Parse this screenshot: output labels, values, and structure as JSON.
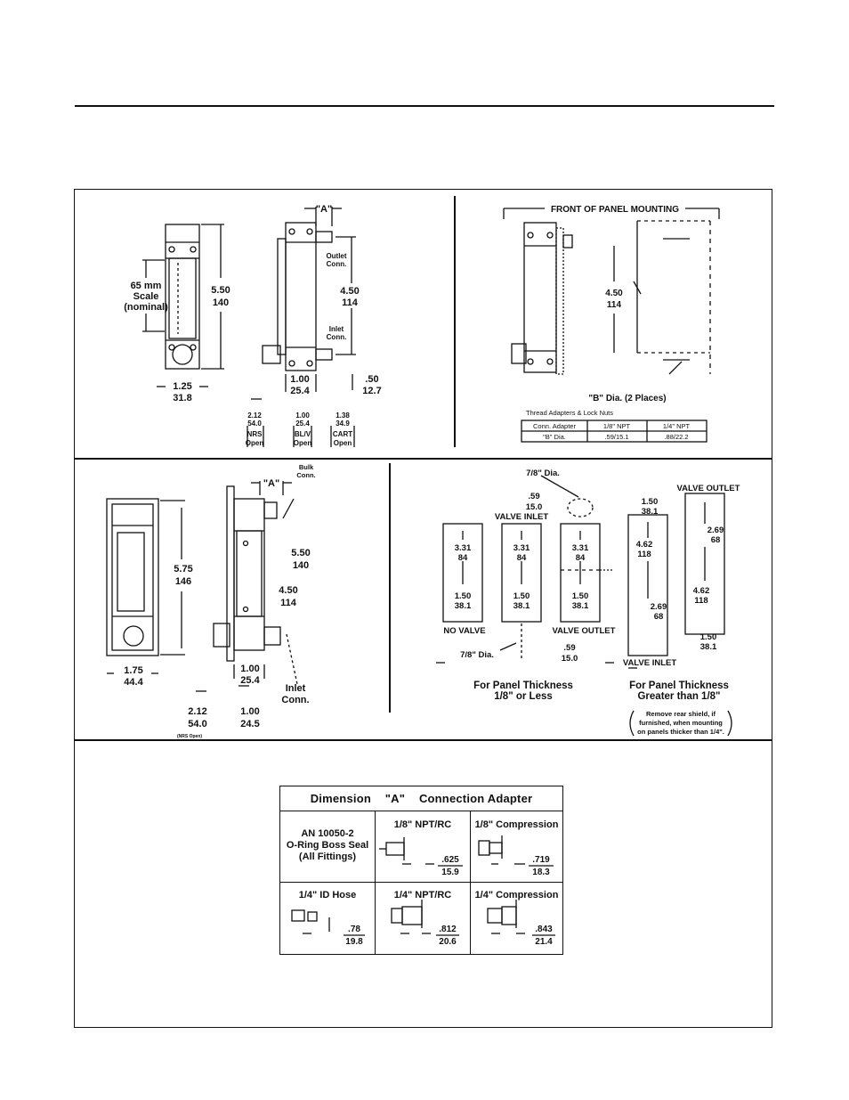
{
  "page": {
    "panel1": {
      "dim_a": "\"A\"",
      "scale_value": "65 mm",
      "scale_label": "Scale",
      "scale_note": "(nominal)",
      "height_in": "5.50",
      "height_mm": "140",
      "conn_in": "4.50",
      "conn_mm": "114",
      "outlet": [
        "Outlet",
        "Conn."
      ],
      "inlet": [
        "Inlet",
        "Conn."
      ],
      "width_in": "1.25",
      "width_mm": "31.8",
      "depth_in": "1.00",
      "depth_mm": "25.4",
      "side_in": ".50",
      "side_mm": "12.7",
      "valve_options": [
        {
          "in": "2.12",
          "mm": "54.0",
          "name": "NRS",
          "state": "Open"
        },
        {
          "in": "1.00",
          "mm": "25.4",
          "name": "BL/V",
          "state": "Open"
        },
        {
          "in": "1.38",
          "mm": "34.9",
          "name": "CART",
          "state": "Open"
        }
      ]
    },
    "panel2": {
      "title": "FRONT OF PANEL MOUNTING",
      "conn_in": "4.50",
      "conn_mm": "114",
      "hole_note": "\"B\" Dia. (2 Places)",
      "table_title": "Thread Adapters & Lock Nuts",
      "table_headers": [
        "Conn. Adapter",
        "1/8\" NPT",
        "1/4\" NPT"
      ],
      "table_row": [
        "\"B\" Dia.",
        ".59/15.1",
        ".88/22.2"
      ]
    },
    "panel3": {
      "bulkhead": [
        "Bulk",
        "Conn."
      ],
      "dim_a": "\"A\"",
      "height_in": "5.75",
      "height_mm": "146",
      "total_in": "5.50",
      "total_mm": "140",
      "conn_in": "4.50",
      "conn_mm": "114",
      "width_in": "1.75",
      "width_mm": "44.4",
      "depth_in": "1.00",
      "depth_mm": "25.4",
      "inlet": [
        "Inlet",
        "Conn."
      ],
      "bottom_a_in": "2.12",
      "bottom_a_mm": "54.0",
      "bottom_b_in": "1.00",
      "bottom_b_mm": "24.5",
      "tiny_note": "(NRS Open)"
    },
    "panel4": {
      "dia_top": "7/8\" Dia.",
      "dia_bottom": "7/8\" Dia.",
      "offset_in": ".59",
      "offset_mm": "15.0",
      "valve_inlet": "VALVE INLET",
      "valve_outlet": "VALVE OUTLET",
      "no_valve": "NO VALVE",
      "cut_h_in": "3.31",
      "cut_h_mm": "84",
      "cut_w_in": "1.50",
      "cut_w_mm": "38.1",
      "big_h_in": "4.62",
      "big_h_mm": "118",
      "mid_in": "2.69",
      "mid_mm": "68",
      "caption_left": [
        "For Panel Thickness",
        "1/8\" or Less"
      ],
      "caption_right": [
        "For Panel Thickness",
        "Greater than 1/8\""
      ],
      "note": [
        "Remove rear shield, if",
        "furnished, when mounting",
        "on panels thicker than 1/4\"."
      ]
    },
    "adapter_table": {
      "title_parts": [
        "Dimension",
        "\"A\"",
        "Connection Adapter"
      ],
      "cells": [
        {
          "label": [
            "AN 10050-2",
            "O-Ring Boss Seal",
            "(All Fittings)"
          ]
        },
        {
          "label": [
            "1/8\" NPT/RC"
          ],
          "in": ".625",
          "mm": "15.9"
        },
        {
          "label": [
            "1/8\" Compression"
          ],
          "in": ".719",
          "mm": "18.3"
        },
        {
          "label": [
            "1/4\" ID Hose"
          ],
          "in": ".78",
          "mm": "19.8"
        },
        {
          "label": [
            "1/4\" NPT/RC"
          ],
          "in": ".812",
          "mm": "20.6"
        },
        {
          "label": [
            "1/4\" Compression"
          ],
          "in": ".843",
          "mm": "21.4"
        }
      ]
    }
  }
}
